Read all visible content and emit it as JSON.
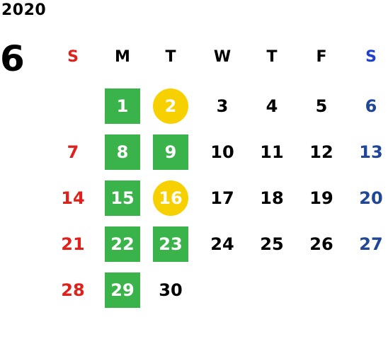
{
  "calendar": {
    "year": "2020",
    "month": "6",
    "weekdays": [
      {
        "label": "S",
        "color": "#e0201b"
      },
      {
        "label": "M",
        "color": "#000000"
      },
      {
        "label": "T",
        "color": "#000000"
      },
      {
        "label": "W",
        "color": "#000000"
      },
      {
        "label": "T",
        "color": "#000000"
      },
      {
        "label": "F",
        "color": "#000000"
      },
      {
        "label": "S",
        "color": "#1f3fd0"
      }
    ],
    "colors": {
      "sunday": "#e0201b",
      "saturday": "#1f4697",
      "weekday": "#000000",
      "highlight_green": "#3ab34a",
      "highlight_yellow": "#f7d000",
      "highlight_text": "#ffffff"
    },
    "weeks": [
      [
        {
          "day": ""
        },
        {
          "day": "1",
          "mark": "green"
        },
        {
          "day": "2",
          "mark": "yellow"
        },
        {
          "day": "3"
        },
        {
          "day": "4"
        },
        {
          "day": "5"
        },
        {
          "day": "6"
        }
      ],
      [
        {
          "day": "7"
        },
        {
          "day": "8",
          "mark": "green"
        },
        {
          "day": "9",
          "mark": "green"
        },
        {
          "day": "10"
        },
        {
          "day": "11"
        },
        {
          "day": "12"
        },
        {
          "day": "13"
        }
      ],
      [
        {
          "day": "14"
        },
        {
          "day": "15",
          "mark": "green"
        },
        {
          "day": "16",
          "mark": "yellow"
        },
        {
          "day": "17"
        },
        {
          "day": "18"
        },
        {
          "day": "19"
        },
        {
          "day": "20"
        }
      ],
      [
        {
          "day": "21"
        },
        {
          "day": "22",
          "mark": "green"
        },
        {
          "day": "23",
          "mark": "green"
        },
        {
          "day": "24"
        },
        {
          "day": "25"
        },
        {
          "day": "26"
        },
        {
          "day": "27"
        }
      ],
      [
        {
          "day": "28"
        },
        {
          "day": "29",
          "mark": "green"
        },
        {
          "day": "30"
        },
        {
          "day": ""
        },
        {
          "day": ""
        },
        {
          "day": ""
        },
        {
          "day": ""
        }
      ]
    ]
  }
}
